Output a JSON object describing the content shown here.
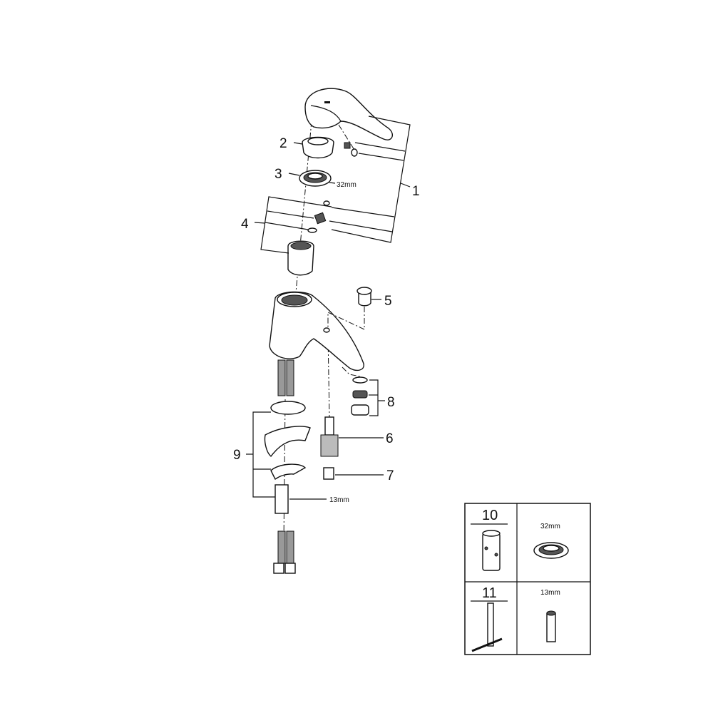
{
  "diagram": {
    "type": "exploded parts diagram",
    "callouts": {
      "p1": "1",
      "p2": "2",
      "p3": "3",
      "p4": "4",
      "p5": "5",
      "p6": "6",
      "p7": "7",
      "p8": "8",
      "p9": "9"
    },
    "dimensions": {
      "nut": "32mm",
      "hose_nut": "13mm"
    }
  },
  "tools_table": {
    "row1": {
      "number": "10",
      "size": "32mm"
    },
    "row2": {
      "number": "11",
      "size": "13mm"
    }
  }
}
